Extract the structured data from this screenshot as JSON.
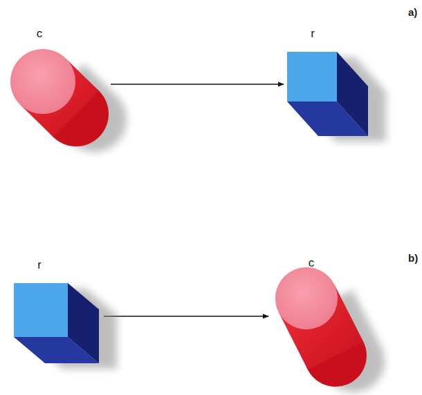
{
  "diagram": {
    "nodes": [
      {
        "text": [
          "c"
        ]
      },
      {
        "text": [
          "r"
        ]
      },
      {
        "text": [
          "r"
        ]
      },
      {
        "text": [
          "c"
        ]
      }
    ],
    "edges": [
      {
        "from": 0,
        "to": 1,
        "arrow": "to"
      },
      {
        "from": 2,
        "to": 3,
        "arrow": "to"
      }
    ],
    "labels": [
      "a)",
      "b)"
    ]
  }
}
